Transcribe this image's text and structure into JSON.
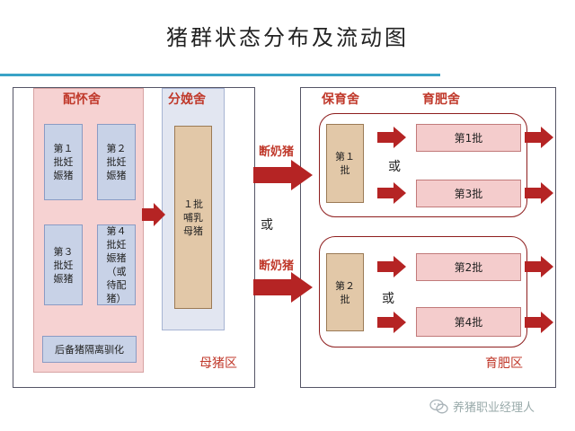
{
  "title": "猪群状态分布及流动图",
  "sow_area": {
    "pregnancy_barn": "配怀舍",
    "cards": [
      "第１\n批妊\n娠猪",
      "第２\n批妊\n娠猪",
      "第３\n批妊\n娠猪",
      "第４\n批妊\n娠猪\n（或\n待配\n猪）"
    ],
    "gilt_isolation": "后备猪隔离驯化",
    "farrowing_barn": "分娩舍",
    "farrowing_card": "１批\n哺乳\n母猪",
    "area_name": "母猪区"
  },
  "weaning_labels": [
    "断奶猪",
    "断奶猪"
  ],
  "or_text": "或",
  "grow_area": {
    "nursery": "保育舍",
    "finishing": "育肥舍",
    "group1": {
      "nursery_card": "第１\n批",
      "batches": [
        "第1批",
        "第3批"
      ]
    },
    "group2": {
      "nursery_card": "第２\n批",
      "batches": [
        "第2批",
        "第4批"
      ]
    },
    "area_name": "育肥区"
  },
  "footer": {
    "brand": "养猪职业经理人",
    "icon": "wechat-icon"
  },
  "colors": {
    "accent_line": "#3aa3c7",
    "arrow": "#b52424",
    "label_red": "#c0392b"
  }
}
